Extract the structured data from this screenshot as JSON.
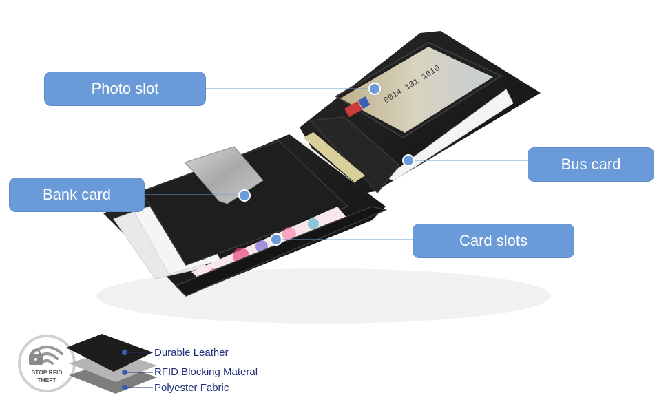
{
  "callouts": {
    "photo_slot": "Photo slot",
    "bank_card": "Bank card",
    "bus_card": "Bus card",
    "card_slots": "Card slots"
  },
  "layers": [
    {
      "label": "Durable Leather"
    },
    {
      "label": "RFID Blocking Materal"
    },
    {
      "label": "Polyester Fabric"
    }
  ],
  "badge": {
    "line1": "STOP RFID",
    "line2": "THEFT"
  },
  "colors": {
    "callout_fill": "#6a9ad8",
    "leader_line": "#6a9ad8",
    "layer_text": "#1f2f7a",
    "wallet_leather": "#1c1c1c"
  },
  "icons": [
    "wifi-signal-icon",
    "padlock-icon"
  ]
}
